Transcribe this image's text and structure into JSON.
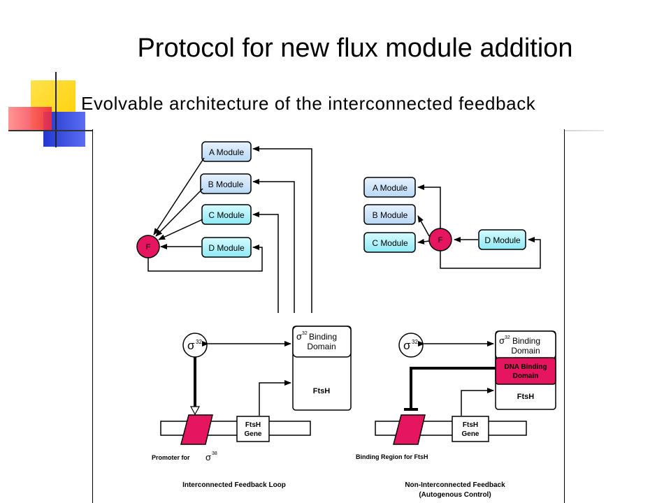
{
  "slide": {
    "title": "Protocol for new flux module addition",
    "subtitle": "Evolvable architecture of the interconnected feedback"
  },
  "left_diagram": {
    "modules": [
      "A Module",
      "B Module",
      "C Module",
      "D Module"
    ],
    "f_node": "F",
    "sigma_symbol": "σ",
    "sigma_sup": "32",
    "binding_domain_l1": "Binding",
    "binding_domain_l2": "Domain",
    "ftsh_protein": "FtsH",
    "gene_l1": "FtsH",
    "gene_l2": "Gene",
    "promoter_label": "Promoter for",
    "promoter_sigma_sup": "38",
    "caption": "Interconnected Feedback Loop"
  },
  "right_diagram": {
    "modules": [
      "A Module",
      "B Module",
      "C Module",
      "D Module"
    ],
    "f_node": "F",
    "sigma_symbol": "σ",
    "sigma_sup": "32",
    "binding_domain_l1": "Binding",
    "binding_domain_l2": "Domain",
    "dna_binding_l1": "DNA Binding",
    "dna_binding_l2": "Domain",
    "ftsh_protein": "FtsH",
    "gene_l1": "FtsH",
    "gene_l2": "Gene",
    "binding_region_label": "Binding Region for FtsH",
    "caption_l1": "Non-Interconnected Feedback",
    "caption_l2": "(Autogenous Control)"
  },
  "colors": {
    "module_light": "#cfe6fb",
    "module_cyan": "#aef4fb",
    "f_node": "#e6155f",
    "promoter": "#e6155f",
    "deco_yellow": "#ffd400",
    "deco_red": "#f0283c",
    "deco_blue": "#2a3fd6"
  }
}
